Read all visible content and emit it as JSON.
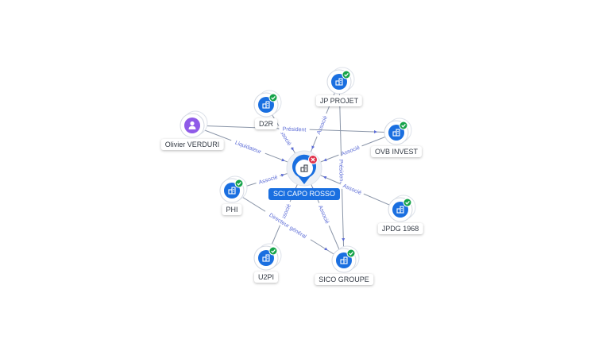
{
  "center": {
    "label": "SCI CAPO ROSSO",
    "kind": "company",
    "status": "dissolved"
  },
  "nodes": [
    {
      "id": "d2r",
      "label": "D2R",
      "kind": "company",
      "status": "active"
    },
    {
      "id": "jpprojet",
      "label": "JP PROJET",
      "kind": "company",
      "status": "active"
    },
    {
      "id": "olivier",
      "label": "Olivier VERDURI",
      "kind": "person"
    },
    {
      "id": "ovb",
      "label": "OVB INVEST",
      "kind": "company",
      "status": "active"
    },
    {
      "id": "phi",
      "label": "PHI",
      "kind": "company",
      "status": "active"
    },
    {
      "id": "jpdg",
      "label": "JPDG 1968",
      "kind": "company",
      "status": "active"
    },
    {
      "id": "u2pi",
      "label": "U2PI",
      "kind": "company",
      "status": "active"
    },
    {
      "id": "sico",
      "label": "SICO GROUPE",
      "kind": "company",
      "status": "active"
    }
  ],
  "edges": [
    {
      "from": "d2r",
      "to": "center",
      "label": "Associé"
    },
    {
      "from": "jpprojet",
      "to": "center",
      "label": "Associé"
    },
    {
      "from": "olivier",
      "to": "center",
      "label": "Liquidateur"
    },
    {
      "from": "olivier",
      "to": "ovb",
      "label": "Président"
    },
    {
      "from": "ovb",
      "to": "center",
      "label": "Associé"
    },
    {
      "from": "jpprojet",
      "to": "sico",
      "label": "Président"
    },
    {
      "from": "phi",
      "to": "center",
      "label": "Associé"
    },
    {
      "from": "jpdg",
      "to": "center",
      "label": "Associé"
    },
    {
      "from": "u2pi",
      "to": "center",
      "label": "Associé"
    },
    {
      "from": "phi",
      "to": "sico",
      "label": "Directeur général"
    },
    {
      "from": "sico",
      "to": "center",
      "label": "Associé"
    }
  ],
  "colors": {
    "edge": "#8a95a8",
    "edge_label": "#5b6bd6",
    "company_icon": "#1a6fe0",
    "person_icon": "#8f5be8",
    "active_badge": "#16a34a",
    "dissolved_badge": "#e0334c",
    "center_label_bg": "#1a6fe0"
  },
  "icons": {
    "company": "building-icon",
    "person": "person-icon",
    "active": "check-icon",
    "dissolved": "close-icon"
  }
}
